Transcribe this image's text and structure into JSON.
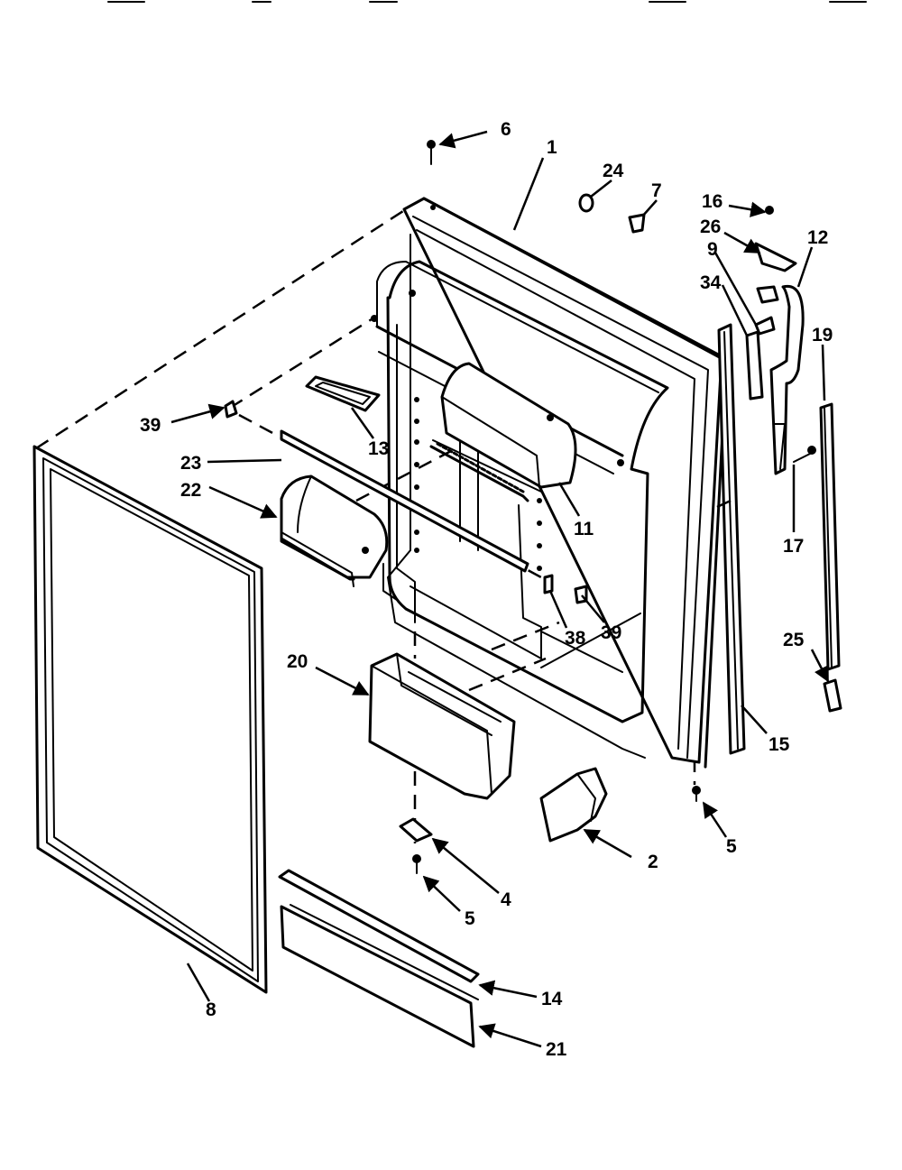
{
  "diagram": {
    "labels": [
      {
        "id": "p6-top",
        "text": "6"
      },
      {
        "id": "p1",
        "text": "1"
      },
      {
        "id": "p24",
        "text": "24"
      },
      {
        "id": "p7",
        "text": "7"
      },
      {
        "id": "p16",
        "text": "16"
      },
      {
        "id": "p26",
        "text": "26"
      },
      {
        "id": "p12",
        "text": "12"
      },
      {
        "id": "p9",
        "text": "9"
      },
      {
        "id": "p34",
        "text": "34"
      },
      {
        "id": "p19",
        "text": "19"
      },
      {
        "id": "p39-left",
        "text": "39"
      },
      {
        "id": "p13",
        "text": "13"
      },
      {
        "id": "p23",
        "text": "23"
      },
      {
        "id": "p22",
        "text": "22"
      },
      {
        "id": "p11",
        "text": "11"
      },
      {
        "id": "p17",
        "text": "17"
      },
      {
        "id": "p38",
        "text": "38"
      },
      {
        "id": "p39-right",
        "text": "39"
      },
      {
        "id": "p25",
        "text": "25"
      },
      {
        "id": "p20",
        "text": "20"
      },
      {
        "id": "p15",
        "text": "15"
      },
      {
        "id": "p2",
        "text": "2"
      },
      {
        "id": "p5-right",
        "text": "5"
      },
      {
        "id": "p4",
        "text": "4"
      },
      {
        "id": "p5-left",
        "text": "5"
      },
      {
        "id": "p14",
        "text": "14"
      },
      {
        "id": "p8",
        "text": "8"
      },
      {
        "id": "p21",
        "text": "21"
      }
    ]
  }
}
